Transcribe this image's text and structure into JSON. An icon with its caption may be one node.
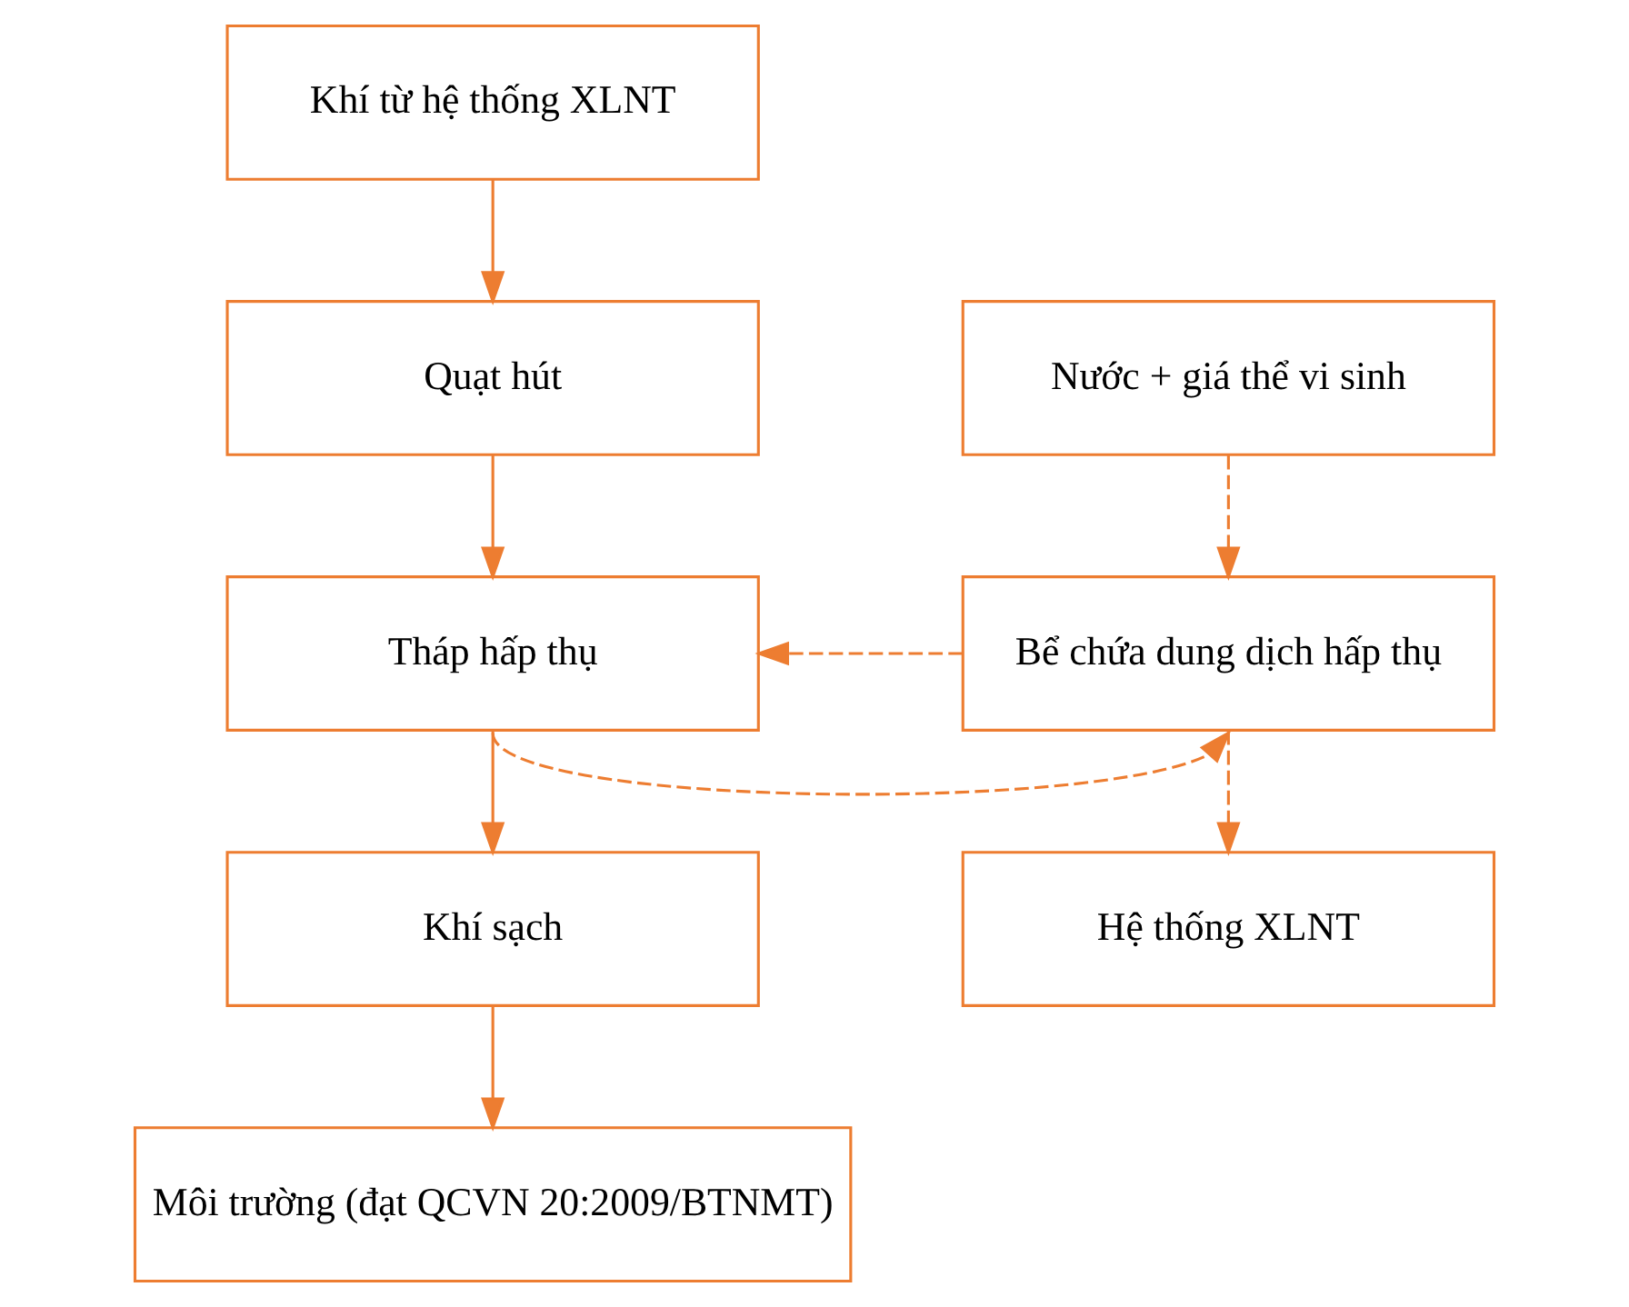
{
  "diagram": {
    "nodes": [
      {
        "text": [
          "Khí từ hệ thống XLNT"
        ]
      },
      {
        "text": [
          "Quạt hút"
        ]
      },
      {
        "text": [
          "Nước + giá thể vi sinh"
        ]
      },
      {
        "text": [
          "Tháp hấp thụ"
        ]
      },
      {
        "text": [
          "Bể chứa dung dịch hấp thụ"
        ]
      },
      {
        "text": [
          "Khí sạch"
        ]
      },
      {
        "text": [
          "Hệ thống XLNT"
        ]
      },
      {
        "text": [
          "Môi trường (đạt QCVN 20:2009/BTNMT)"
        ]
      }
    ],
    "edges": [
      {
        "from": 0,
        "to": 1,
        "arrow": "to"
      },
      {
        "from": 1,
        "to": 3,
        "arrow": "to"
      },
      {
        "from": 2,
        "to": 4,
        "arrow": "to",
        "style": "dashed"
      },
      {
        "from": 4,
        "to": 3,
        "arrow": "to",
        "style": "dashed"
      },
      {
        "from": 3,
        "to": 5,
        "arrow": "to"
      },
      {
        "from": 3,
        "to": 4,
        "arrow": "to",
        "style": "dashed"
      },
      {
        "from": 4,
        "to": 6,
        "arrow": "to",
        "style": "dashed"
      },
      {
        "from": 5,
        "to": 7,
        "arrow": "to"
      }
    ]
  }
}
